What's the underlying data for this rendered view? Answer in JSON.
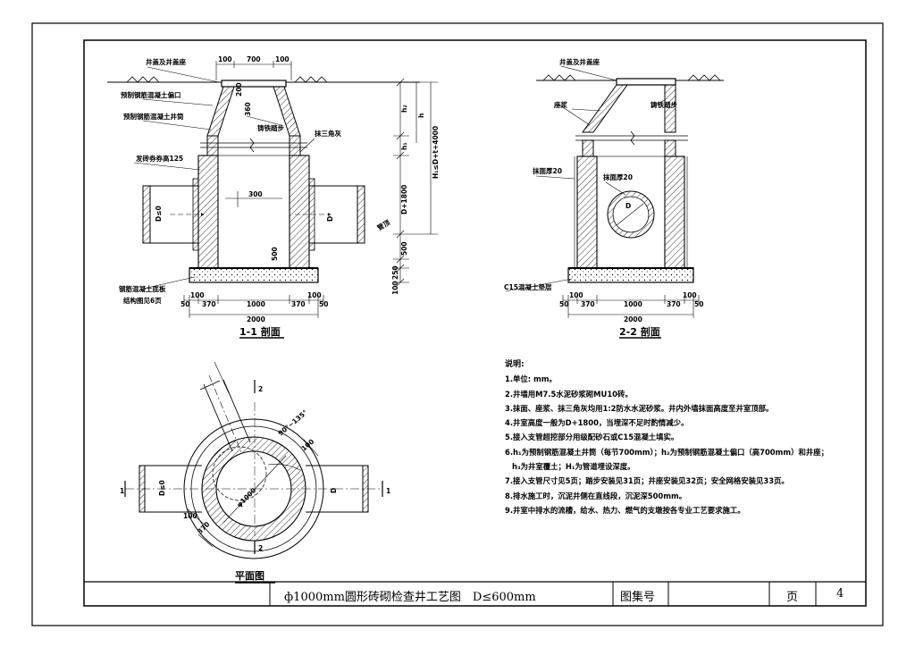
{
  "section_1": {
    "caption": "1-1 剖面",
    "labels": {
      "cover": "井盖及井盖座",
      "precast_neck": "预制钢筋混凝土偏口",
      "precast_shaft": "预制钢筋混凝土井筒",
      "ladder": "铸铁踏步",
      "fillet": "抹三角灰",
      "brick_ring": "发砖券券高125",
      "base_slab": "钢筋混凝土底板",
      "base_ref": "结构图见6页",
      "pipe_d1": "D≤0",
      "pipe_d2": "D",
      "pipe_top": "管顶",
      "h2": "h₂",
      "h1": "h₁",
      "H1": "H₁≤D+t+4000",
      "h3": "h",
      "d1800": "D+1800",
      "dim_500": "500",
      "dim_250": "250",
      "dim_100v": "100",
      "dim_300": "300",
      "dim_500b": "500",
      "dim_360": "360",
      "dim_200": "200"
    },
    "top_dims": [
      "100",
      "700",
      "100"
    ],
    "bottom_dims": [
      "50",
      "100",
      "370",
      "1000",
      "370",
      "100",
      "50"
    ],
    "total": "2000"
  },
  "section_2": {
    "caption": "2-2 剖面",
    "labels": {
      "cover": "井盖及井盖座",
      "mortar": "座浆",
      "ladder": "铸铁踏步",
      "plaster_out": "抹面厚20",
      "plaster_in": "抹面厚20",
      "cushion": "C15混凝土垫层",
      "pipe_d": "D"
    },
    "bottom_dims": [
      "50",
      "100",
      "370",
      "1000",
      "370",
      "100",
      "50"
    ],
    "total": "2000"
  },
  "plan": {
    "caption": "平面图",
    "labels": {
      "cut_1": "1",
      "cut_2": "2",
      "d1000": "φ1000",
      "angle": "90°~135°",
      "pipe_d1": "D≤0",
      "pipe_d2": "D",
      "dim_100a": "100",
      "dim_100b": "100",
      "dim_370": "370"
    }
  },
  "notes": {
    "title": "说明:",
    "items": [
      "1.单位: mm。",
      "2.井墙用M7.5水泥砂浆砌MU10砖。",
      "3.抹面、座浆、抹三角灰均用1:2防水水泥砂浆。井内外墙抹面高度至井室顶部。",
      "4.井室高度一般为D+1800，当埋深不足时酌情减少。",
      "5.接入支管超挖部分用级配砂石或C15混凝土填实。",
      "6.h₁为预制钢筋混凝土井筒（每节700mm）；h₂为预制钢筋混凝土偏口（高700mm）和井座；",
      "  h₃为井室覆土；H₁为管道埋设深度。",
      "7.接入支管尺寸见5页；踏步安装见31页；井座安装见32页；安全网格安装见33页。",
      "8.排水施工时，沉泥井侧在直线段，沉泥深500mm。",
      "9.井室中排水的流槽，给水、热力、燃气的支墩按各专业工艺要求施工。"
    ]
  },
  "title_block": {
    "title": "ф1000mm圆形砖砌检查井工艺图　D≤600mm",
    "atlas_label": "图集号",
    "page_label": "页",
    "page_number": "4"
  }
}
